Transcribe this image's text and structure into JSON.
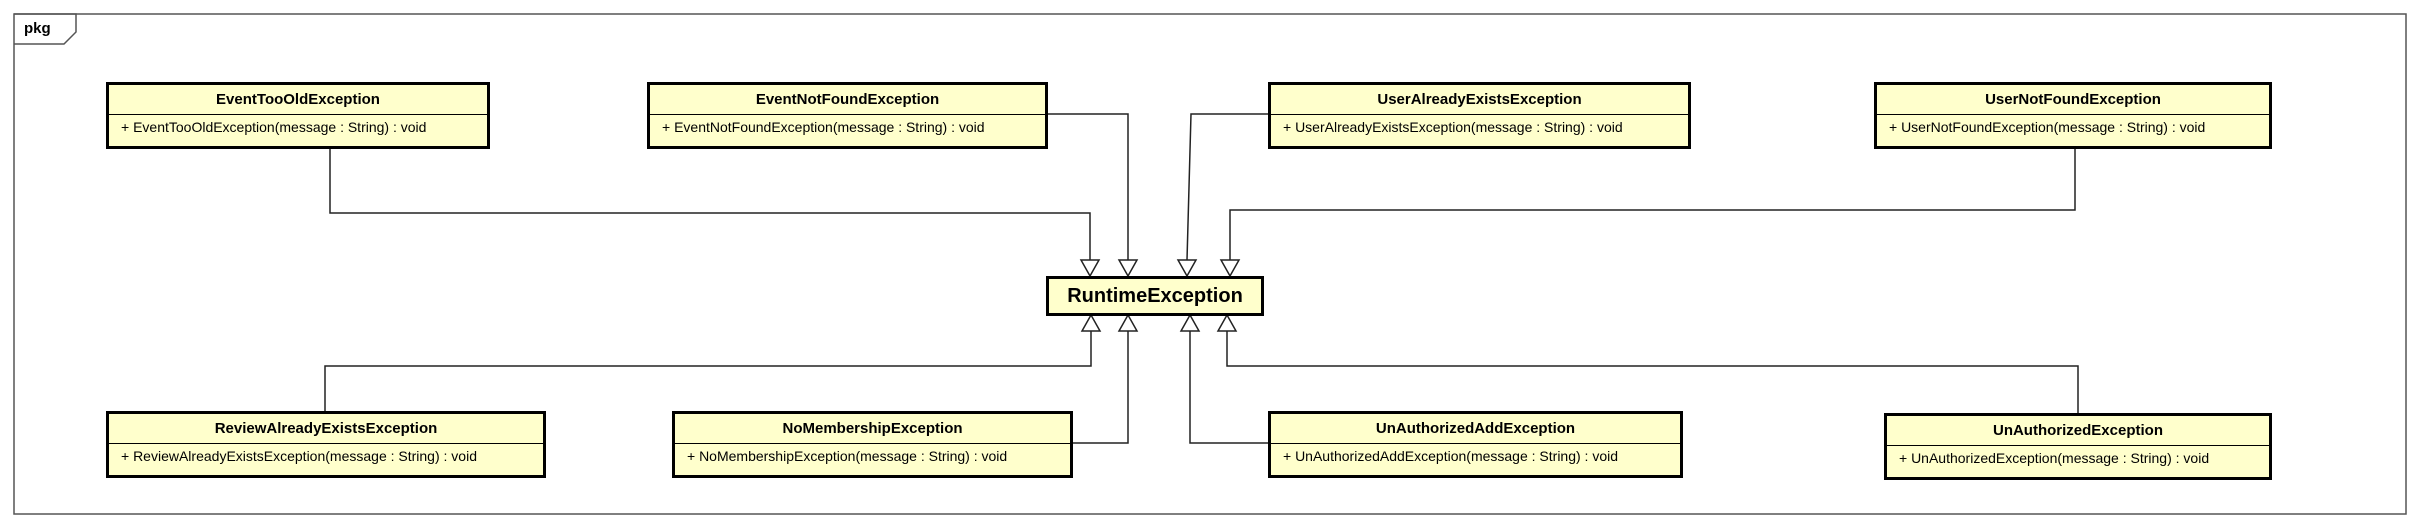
{
  "package": {
    "label": "pkg"
  },
  "root": {
    "name": "RuntimeException"
  },
  "classes": [
    {
      "name": "EventTooOldException",
      "member": "+ EventTooOldException(message : String) : void"
    },
    {
      "name": "EventNotFoundException",
      "member": "+ EventNotFoundException(message : String) : void"
    },
    {
      "name": "UserAlreadyExistsException",
      "member": "+ UserAlreadyExistsException(message : String) : void"
    },
    {
      "name": "UserNotFoundException",
      "member": "+ UserNotFoundException(message : String) : void"
    },
    {
      "name": "ReviewAlreadyExistsException",
      "member": "+ ReviewAlreadyExistsException(message : String) : void"
    },
    {
      "name": "NoMembershipException",
      "member": "+ NoMembershipException(message : String) : void"
    },
    {
      "name": "UnAuthorizedAddException",
      "member": "+ UnAuthorizedAddException(message : String) : void"
    },
    {
      "name": "UnAuthorizedException",
      "member": "+ UnAuthorizedException(message : String) : void"
    }
  ],
  "colors": {
    "class_fill": "#ffffcc",
    "line": "#000000",
    "frame": "#555555"
  }
}
